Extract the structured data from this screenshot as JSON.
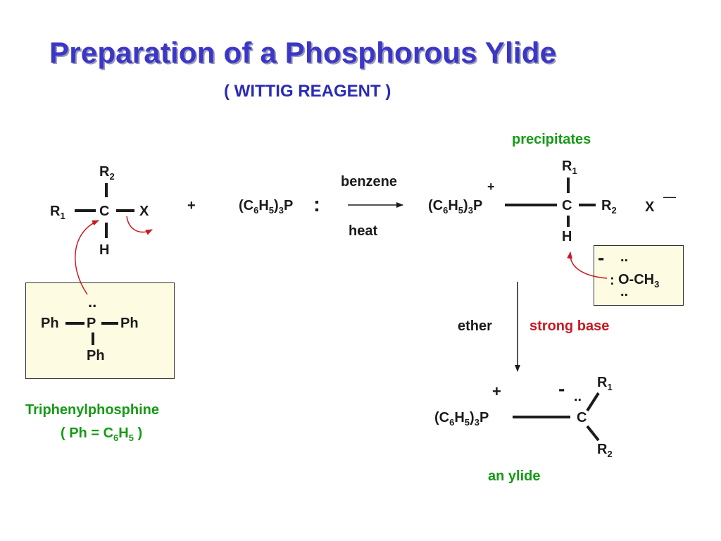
{
  "title": "Preparation of a Phosphorous Ylide",
  "subtitle": "( WITTIG REAGENT )",
  "reactant": {
    "r2": "R",
    "r2_sub": "2",
    "r1": "R",
    "r1_sub": "1",
    "c": "C",
    "x": "X",
    "h": "H"
  },
  "plus": "+",
  "reagent": {
    "p_open": "(C",
    "c_sub": "6",
    "h": "H",
    "h_sub": "5",
    "close": ")",
    "n_sub": "3",
    "p": "P",
    "lone_pair": ":"
  },
  "conditions": {
    "solvent": "benzene",
    "heat": "heat"
  },
  "phosphine_box": {
    "lone_pair": "..",
    "ph_left": "Ph",
    "p": "P",
    "ph_right": "Ph",
    "ph_bottom": "Ph"
  },
  "phosphine_name": {
    "name": "Triphenylphosphine",
    "def_open": "( Ph = C",
    "def_c_sub": "6",
    "def_h": "H",
    "def_h_sub": "5",
    "def_close": " )"
  },
  "salt": {
    "label": "precipitates",
    "plus": "+",
    "p_open": "(C",
    "c_sub": "6",
    "h": "H",
    "h_sub": "5",
    "close": ")",
    "n_sub": "3",
    "p": "P",
    "c": "C",
    "r1": "R",
    "r1_sub": "1",
    "r2": "R",
    "r2_sub": "2",
    "h_atom": "H",
    "anion": "X",
    "anion_charge": "—"
  },
  "base_box": {
    "charge": "-",
    "lone_top": "..",
    "lone_left": ":",
    "group": "O-CH",
    "group_sub": "3",
    "lone_bottom": ".."
  },
  "step2": {
    "solvent": "ether",
    "reagent": "strong base"
  },
  "ylide": {
    "plus": "+",
    "minus": "-",
    "lone_pair": "..",
    "p_open": "(C",
    "c_sub": "6",
    "h": "H",
    "h_sub": "5",
    "close": ")",
    "n_sub": "3",
    "p": "P",
    "c": "C",
    "r1": "R",
    "r1_sub": "1",
    "r2": "R",
    "r2_sub": "2",
    "label": "an ylide"
  },
  "colors": {
    "title": "#3a37c8",
    "green": "#169a16",
    "red": "#c81a22",
    "box_fill": "#fdfce2"
  }
}
